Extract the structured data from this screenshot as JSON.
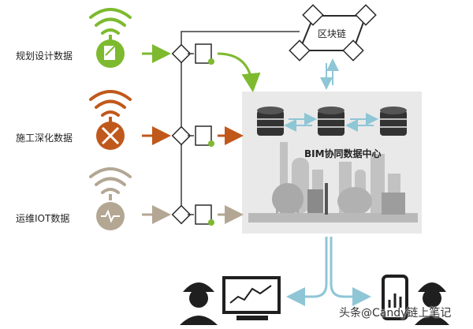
{
  "sources": [
    {
      "label": "规划设计数据",
      "color": "#7dba2f",
      "icon": "document-pen-icon"
    },
    {
      "label": "施工深化数据",
      "color": "#c0581b",
      "icon": "tools-icon"
    },
    {
      "label": "运维IOT数据",
      "color": "#b3a794",
      "icon": "heart-monitor-icon"
    }
  ],
  "blockchain": {
    "label": "区块链"
  },
  "center": {
    "label": "BIM协同数据中心"
  },
  "watermark": {
    "text": "头条@Candy链上笔记"
  },
  "colors": {
    "green": "#7dba2f",
    "orange": "#c0581b",
    "beige": "#b3a794",
    "blue": "#8ec6d6",
    "center_panel": "#e9e9e9",
    "dark": "#2b2b2b",
    "line": "#3a3a3a"
  }
}
